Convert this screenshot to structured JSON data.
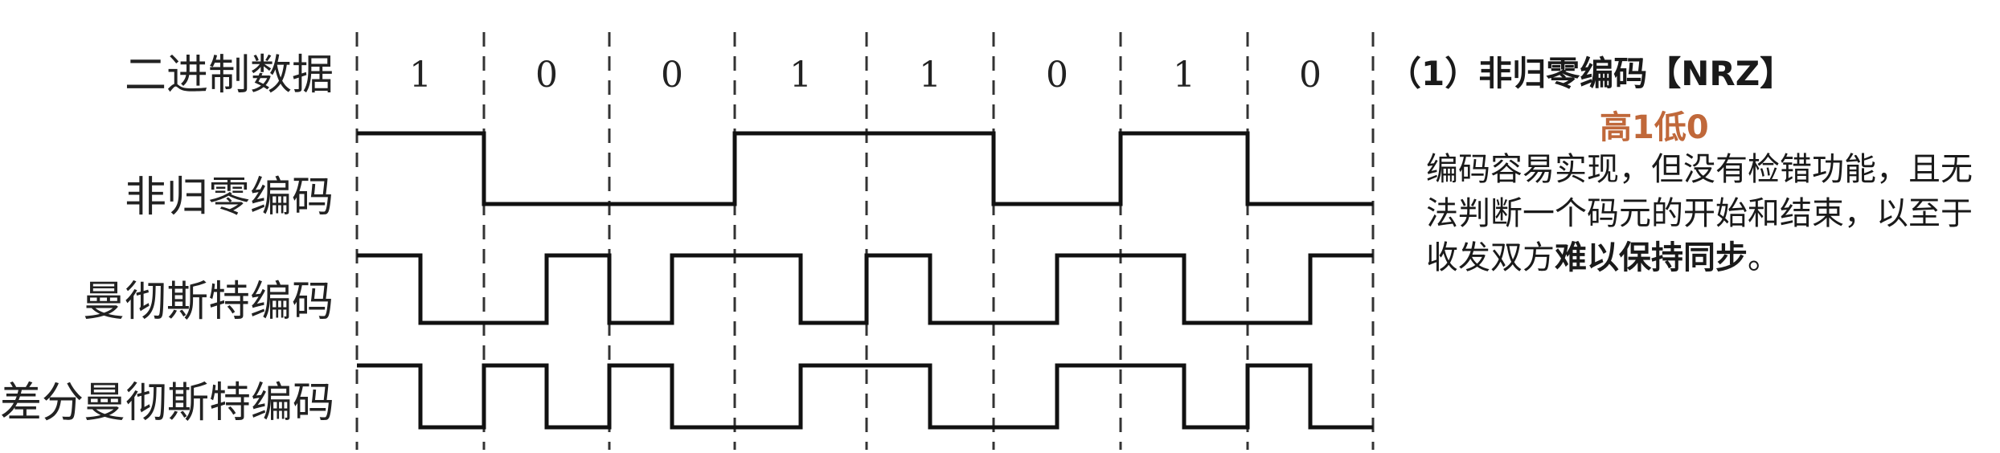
{
  "diagram": {
    "row_labels": {
      "binary": "二进制数据",
      "nrz": "非归零编码",
      "manchester": "曼彻斯特编码",
      "diff_manchester": "差分曼彻斯特编码"
    },
    "bits": [
      "1",
      "0",
      "0",
      "1",
      "1",
      "0",
      "1",
      "0"
    ]
  },
  "panel": {
    "title": "（1）非归零编码【NRZ】",
    "subtitle": "高1低0",
    "subtitle_color": "#c0683a",
    "desc_plain": "编码容易实现，但没有检错功能，且无法判断一个码元的开始和结束，以至于收发双方",
    "desc_bold": "难以保持同步",
    "desc_end": "。"
  },
  "levels": {
    "nrz": [
      1,
      0,
      0,
      1,
      1,
      0,
      1,
      0
    ],
    "manchester": [
      [
        1,
        0
      ],
      [
        0,
        1
      ],
      [
        0,
        1
      ],
      [
        1,
        0
      ],
      [
        1,
        0
      ],
      [
        0,
        1
      ],
      [
        1,
        0
      ],
      [
        0,
        1
      ]
    ],
    "diff_manchester": [
      [
        1,
        0
      ],
      [
        1,
        0
      ],
      [
        1,
        0
      ],
      [
        0,
        1
      ],
      [
        1,
        0
      ],
      [
        0,
        1
      ],
      [
        1,
        0
      ],
      [
        1,
        0
      ]
    ]
  }
}
